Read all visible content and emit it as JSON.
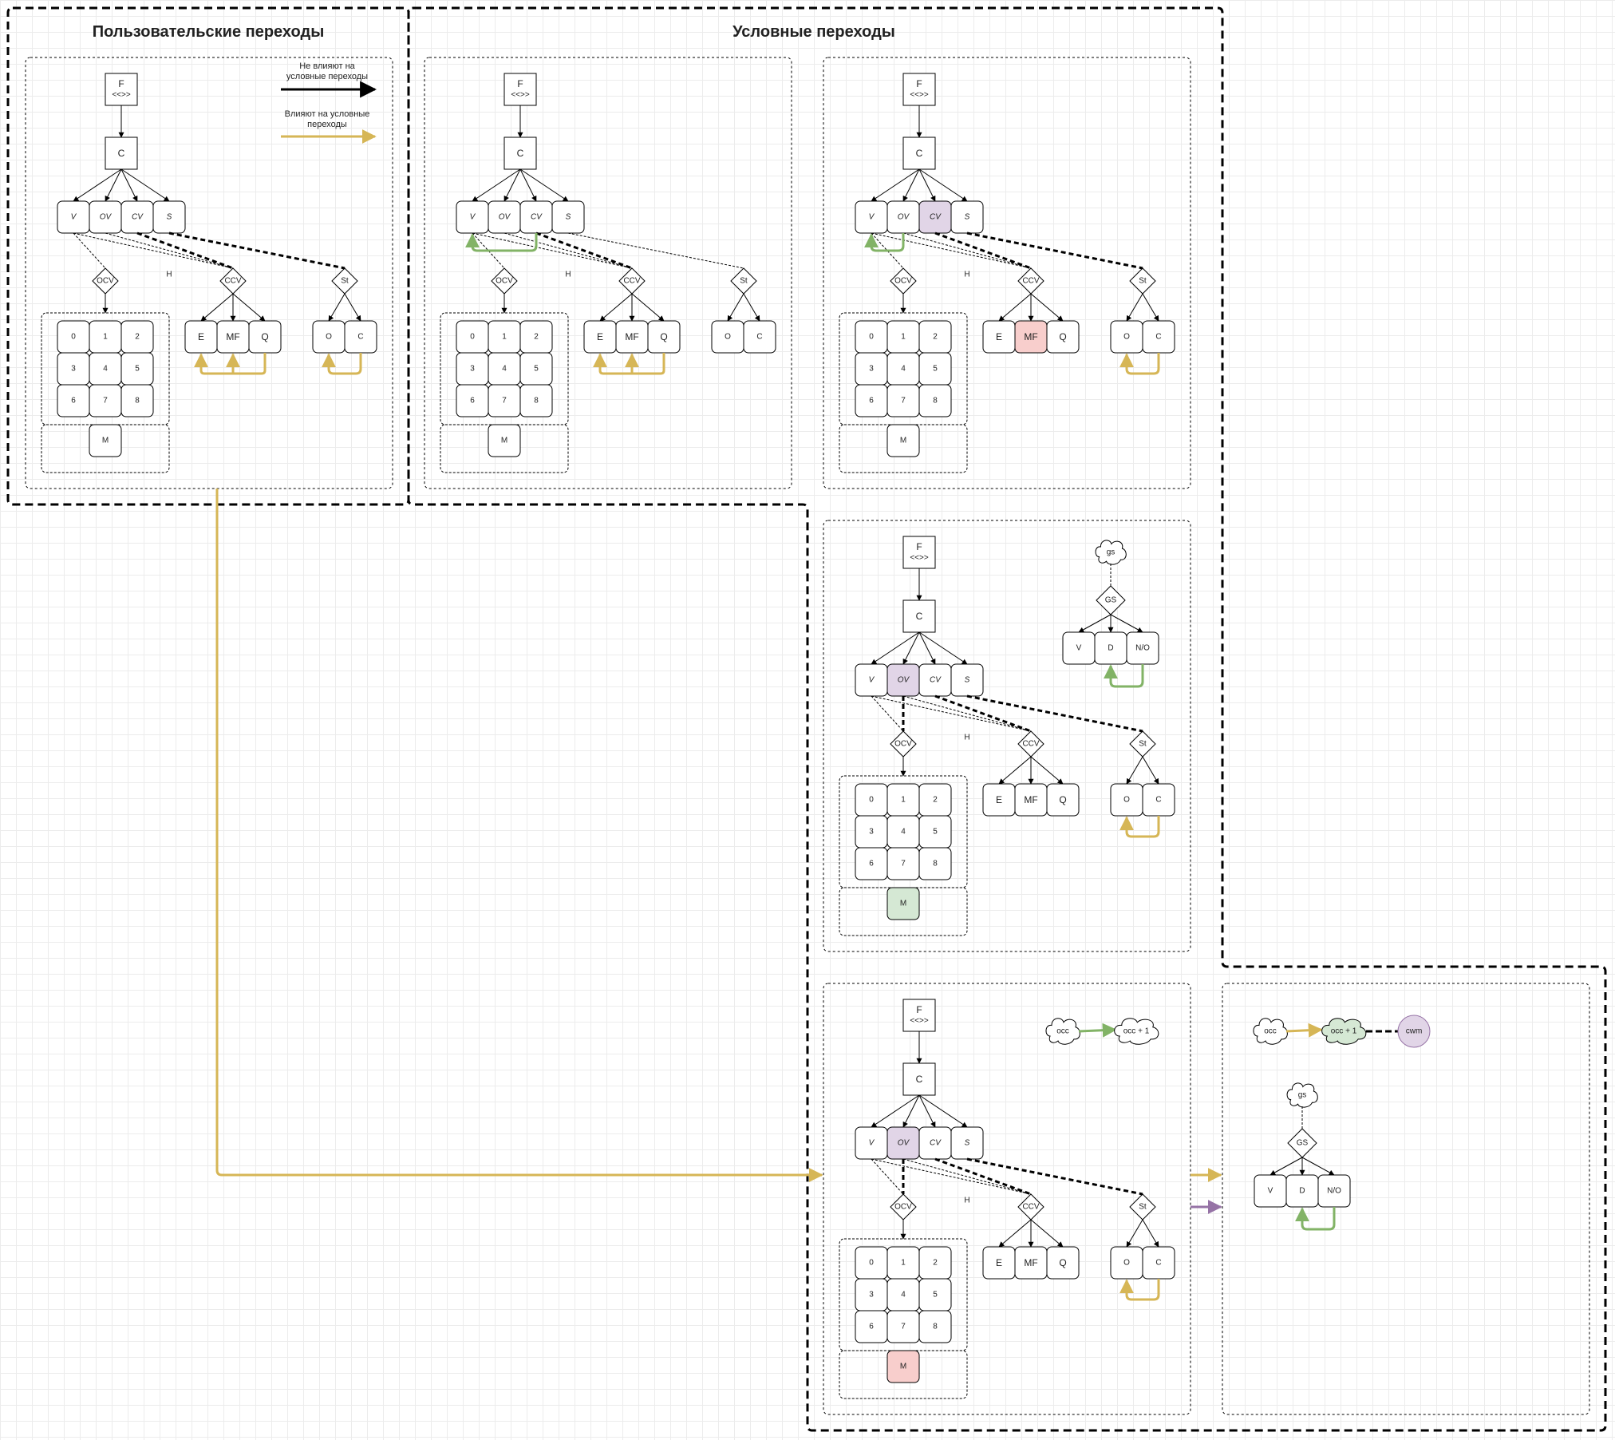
{
  "diagram": {
    "title_user": "Пользовательские переходы",
    "title_conditional": "Условные переходы",
    "legend": {
      "no_effect": "Не влияют на условные переходы",
      "affect": "Влияют на условные переходы"
    },
    "colors": {
      "black": "#000000",
      "yellow": "#d6b656",
      "green": "#82b366",
      "purple": "#9673a6",
      "purple_fill": "#e1d5e7",
      "red_fill": "#f8cecc",
      "green_fill": "#d5e8d4"
    },
    "nodes": {
      "f": "F",
      "f_sub": "<<>>",
      "c": "C",
      "v": "V",
      "ov": "OV",
      "cv": "CV",
      "s": "S",
      "ocv": "OCV",
      "ccv": "CCV",
      "st": "St",
      "h": "H",
      "e": "E",
      "mf": "MF",
      "q": "Q",
      "o": "O",
      "cc": "C",
      "digits": [
        "0",
        "1",
        "2",
        "3",
        "4",
        "5",
        "6",
        "7",
        "8"
      ],
      "m": "M",
      "gs_cloud": "gs",
      "gs": "GS",
      "gv": "V",
      "gd": "D",
      "gno": "N/O",
      "occ": "occ",
      "occ1": "occ + 1",
      "cwm": "cwm"
    }
  }
}
